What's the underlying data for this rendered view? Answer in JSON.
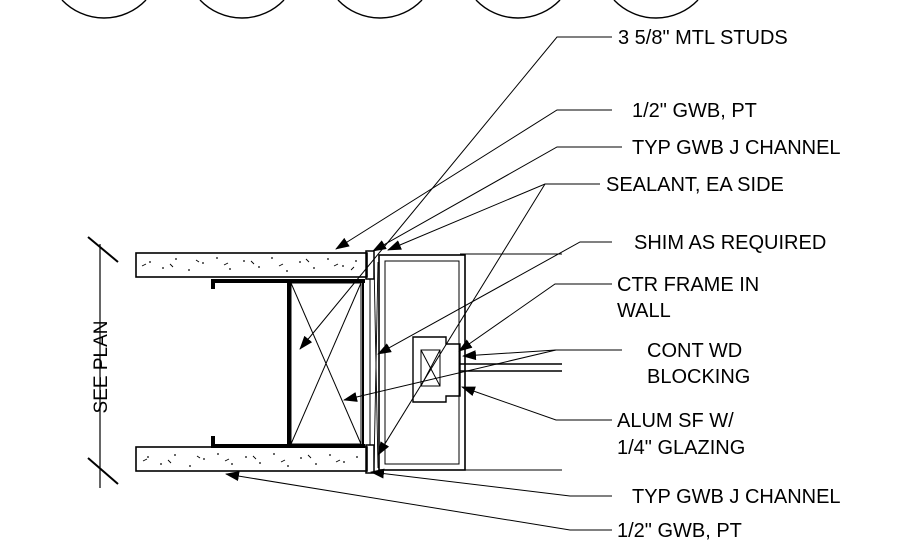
{
  "labels": {
    "studs": "3 5/8\" MTL STUDS",
    "gwb_top": "1/2\" GWB, PT",
    "jchannel_top": "TYP GWB J CHANNEL",
    "sealant": "SEALANT, EA SIDE",
    "shim": "SHIM AS REQUIRED",
    "frame_1": "CTR FRAME IN",
    "frame_2": "WALL",
    "blocking_1": "CONT WD",
    "blocking_2": "BLOCKING",
    "alum_1": "ALUM SF W/",
    "alum_2": "1/4\" GLAZING",
    "jchannel_bottom": "TYP GWB J CHANNEL",
    "gwb_bottom": "1/2\" GWB, PT"
  },
  "dimension": {
    "text": "SEE PLAN"
  }
}
